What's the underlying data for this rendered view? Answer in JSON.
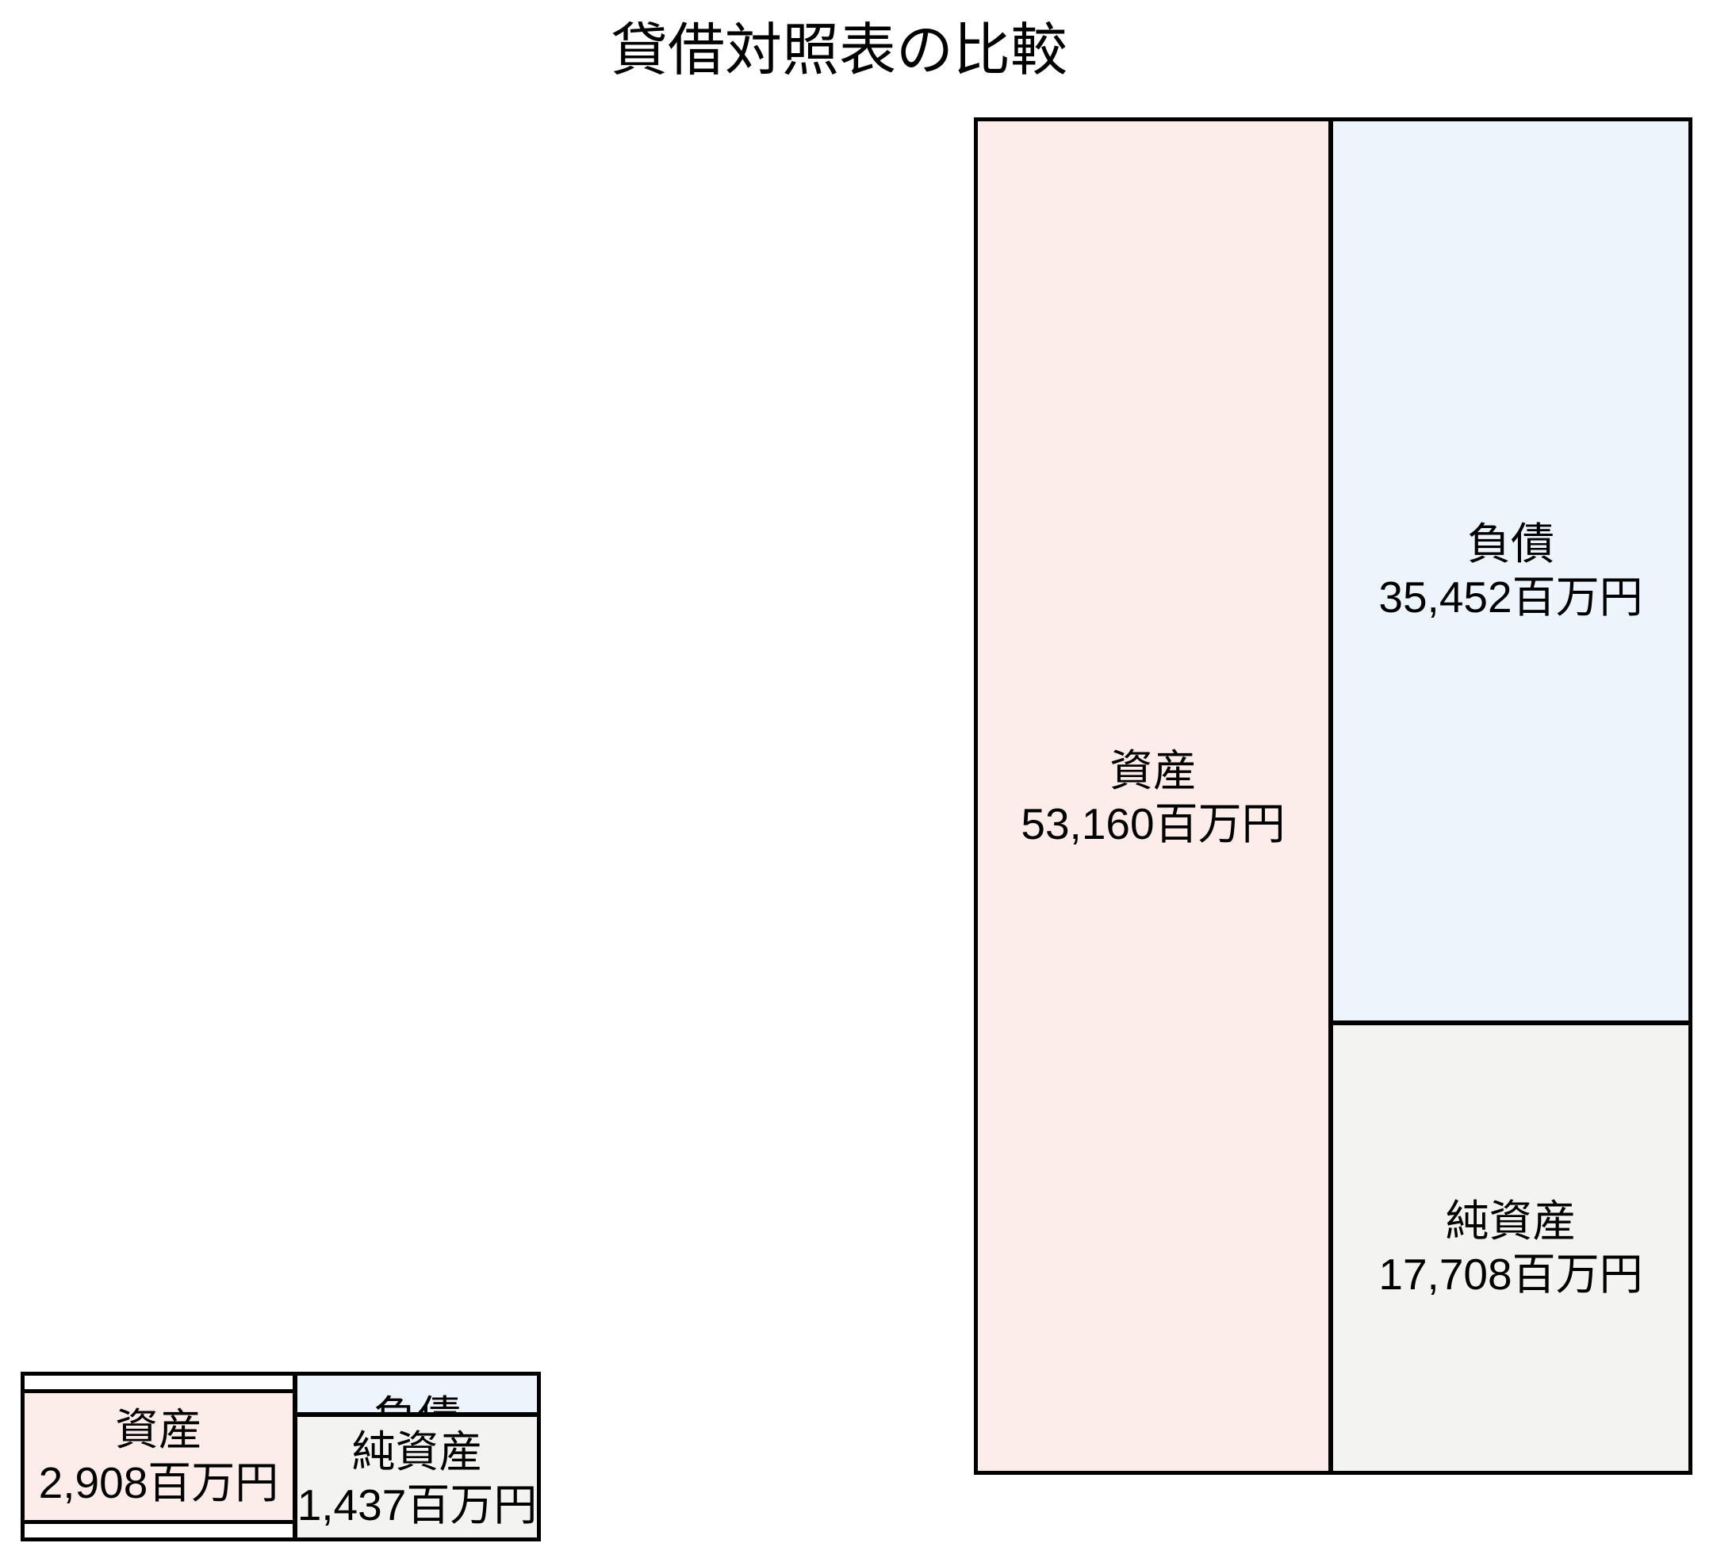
{
  "title": "貸借対照表の比較",
  "unit_suffix": "百万円",
  "charts": {
    "large": {
      "assets": {
        "name": "資産",
        "value_text": "53,160百万円",
        "value": 53160,
        "color": "#fcecea"
      },
      "liabilities": {
        "name": "負債",
        "value_text": "35,452百万円",
        "value": 35452,
        "color": "#edf4fc"
      },
      "net_assets": {
        "name": "純資産",
        "value_text": "17,708百万円",
        "value": 17708,
        "color": "#f3f3f2"
      }
    },
    "small": {
      "assets": {
        "name": "資産",
        "value_text": "2,908百万円",
        "value": 2908,
        "color": "#fcecea"
      },
      "liabilities": {
        "name": "負債",
        "value_text": "",
        "value": 1471,
        "color": "#edf4fc"
      },
      "net_assets": {
        "name": "純資産",
        "value_text": "1,437百万円",
        "value": 1437,
        "color": "#f3f3f2"
      }
    }
  },
  "chart_data": {
    "type": "bar",
    "title": "貸借対照表の比較",
    "xlabel": "",
    "ylabel": "",
    "unit": "百万円",
    "note": "Two stacked balance-sheet block diagrams: left column = assets, right column = liabilities stacked above net assets. The two diagrams share a common value scale, so the smaller entity renders much shorter.",
    "categories": [
      "資産",
      "負債",
      "純資産"
    ],
    "series": [
      {
        "name": "large",
        "values": [
          53160,
          35452,
          17708
        ]
      },
      {
        "name": "small",
        "values": [
          2908,
          1471,
          1437
        ]
      }
    ],
    "annotations": [
      {
        "chart": "large",
        "label": "資産",
        "value": 53160,
        "text": "資産\n53,160百万円"
      },
      {
        "chart": "large",
        "label": "負債",
        "value": 35452,
        "text": "負債\n35,452百万円"
      },
      {
        "chart": "large",
        "label": "純資産",
        "value": 17708,
        "text": "純資産\n17,708百万円"
      },
      {
        "chart": "small",
        "label": "資産",
        "value": 2908,
        "text": "資産\n2,908百万円"
      },
      {
        "chart": "small",
        "label": "負債",
        "value": 1471,
        "text": "負債"
      },
      {
        "chart": "small",
        "label": "純資産",
        "value": 1437,
        "text": "純資産\n1,437百万円"
      }
    ],
    "colors": {
      "assets": "#fcecea",
      "liabilities": "#edf4fc",
      "net_assets": "#f3f3f2",
      "border": "#000000",
      "background": "#ffffff"
    },
    "grid": false,
    "legend": "none"
  }
}
